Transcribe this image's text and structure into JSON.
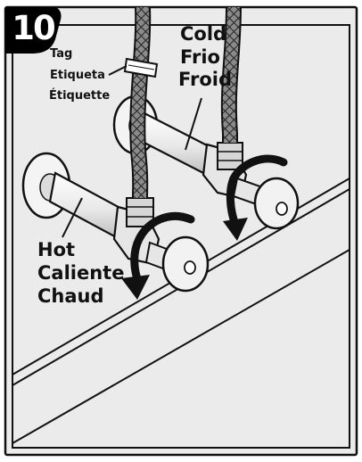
{
  "step": {
    "number": "10"
  },
  "labels": {
    "tag": [
      "Tag",
      "Etiqueta",
      "Étiquette"
    ],
    "cold": [
      "Cold",
      "Frio",
      "Froid"
    ],
    "hot": [
      "Hot",
      "Caliente",
      "Chaud"
    ]
  },
  "colors": {
    "background": "#ffffff",
    "line": "#111111",
    "panel": "#ebebeb",
    "valve": "#f2f2f2",
    "hose": "#6a6a6a",
    "badge": "#000000"
  },
  "icons": {
    "hot_rotation": "clockwise-arrow",
    "cold_rotation": "clockwise-arrow"
  }
}
